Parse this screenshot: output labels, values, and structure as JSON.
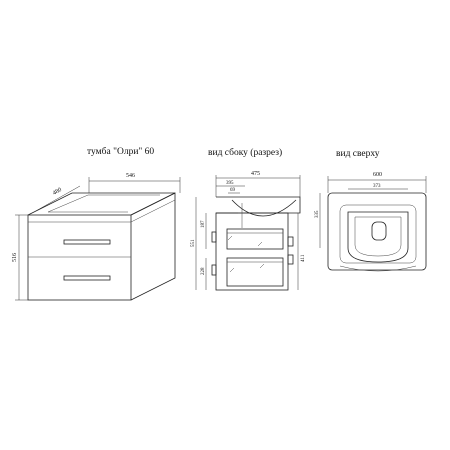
{
  "titles": {
    "iso": "тумба \"Олри\" 60",
    "side": "вид сбоку (разрез)",
    "top": "вид сверху"
  },
  "iso_dims": {
    "width": "546",
    "depth": "480",
    "height": "516"
  },
  "side_dims": {
    "depth": "475",
    "d1": "395",
    "d2": "69",
    "h1": "187",
    "total": "551",
    "h2": "228",
    "h3": "411"
  },
  "top_dims": {
    "width": "600",
    "d1": "373",
    "d2": "335"
  }
}
